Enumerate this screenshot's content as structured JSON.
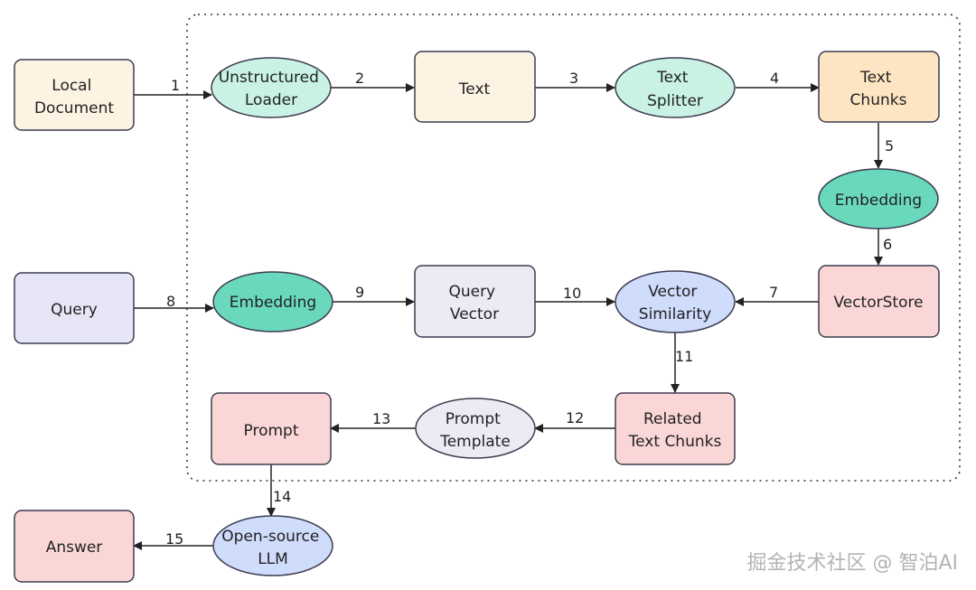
{
  "colors": {
    "cream_fill": "#fdf3e3",
    "peach_fill": "#fde5c4",
    "lavender_fill": "#e6e6f6",
    "pink_fill": "#fbd6d6",
    "mint_fill": "#c9f2e4",
    "teal_fill": "#6ad8bd",
    "blue_fill": "#cfdcfb",
    "gray_fill": "#ebebf5",
    "stroke": "#3c3c50"
  },
  "nodes": {
    "local_document": [
      "Local",
      "Document"
    ],
    "unstructured_loader": [
      "Unstructured",
      "Loader"
    ],
    "text": [
      "Text"
    ],
    "text_splitter": [
      "Text",
      "Splitter"
    ],
    "text_chunks": [
      "Text",
      "Chunks"
    ],
    "embedding_doc": [
      "Embedding"
    ],
    "vectorstore": [
      "VectorStore"
    ],
    "query": [
      "Query"
    ],
    "embedding_query": [
      "Embedding"
    ],
    "query_vector": [
      "Query",
      "Vector"
    ],
    "vector_similarity": [
      "Vector",
      "Similarity"
    ],
    "related_text_chunks": [
      "Related",
      "Text Chunks"
    ],
    "prompt_template": [
      "Prompt",
      "Template"
    ],
    "prompt": [
      "Prompt"
    ],
    "open_source_llm": [
      "Open-source",
      "LLM"
    ],
    "answer": [
      "Answer"
    ]
  },
  "edges": {
    "e1": "1",
    "e2": "2",
    "e3": "3",
    "e4": "4",
    "e5": "5",
    "e6": "6",
    "e7": "7",
    "e8": "8",
    "e9": "9",
    "e10": "10",
    "e11": "11",
    "e12": "12",
    "e13": "13",
    "e14": "14",
    "e15": "15"
  },
  "watermark": "掘金技术社区 @ 智泊AI"
}
